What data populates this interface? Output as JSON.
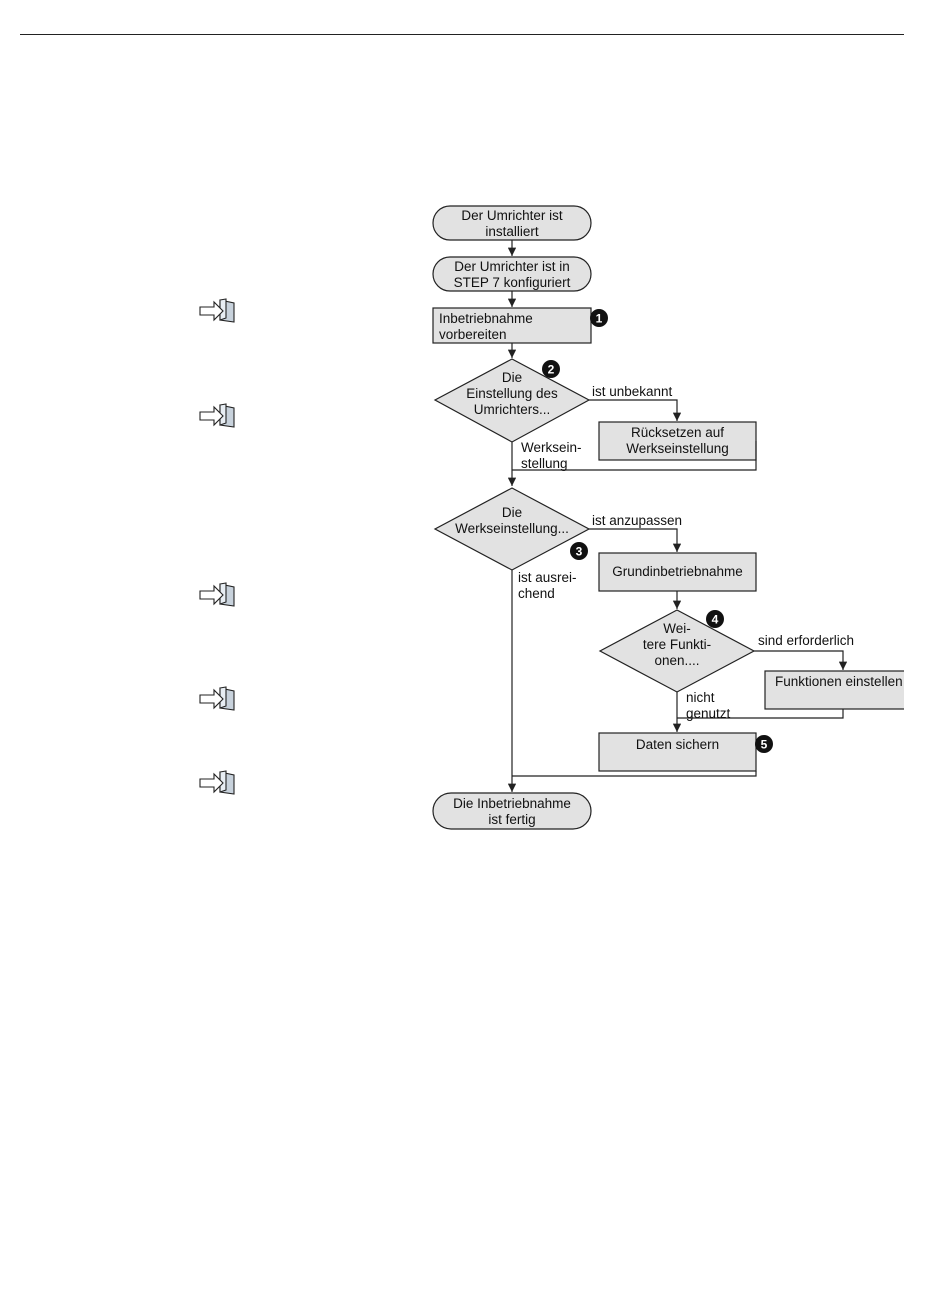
{
  "diagram": {
    "start_terminal": {
      "line1": "Der Umrichter ist",
      "line2": "installiert"
    },
    "configured_terminal": {
      "line1": "Der Umrichter ist in",
      "line2": "STEP 7 konfiguriert"
    },
    "prepare_step": {
      "line1": "Inbetriebnahme",
      "line2": "vorbereiten",
      "badge": "1"
    },
    "decision_setting": {
      "line1": "Die",
      "line2": "Einstellung des",
      "line3": "Umrichters...",
      "badge": "2"
    },
    "branch_unknown": "ist unbekannt",
    "branch_factory": {
      "line1": "Werksein-",
      "line2": "stellung"
    },
    "reset_step": {
      "line1": "Rücksetzen auf",
      "line2": "Werkseinstellung"
    },
    "decision_factory": {
      "line1": "Die",
      "line2": "Werkseinstellung...",
      "badge": "3"
    },
    "branch_adjust": "ist anzupassen",
    "branch_sufficient": {
      "line1": "ist ausrei-",
      "line2": "chend"
    },
    "basic_commissioning": "Grundinbetriebnahme",
    "decision_functions": {
      "line1": "Wei-",
      "line2": "tere Funkti-",
      "line3": "onen....",
      "badge": "4"
    },
    "branch_required": "sind erforderlich",
    "branch_not_used": {
      "line1": "nicht",
      "line2": "genutzt"
    },
    "set_functions": "Funktionen einstellen",
    "save_data": {
      "label": "Daten sichern",
      "badge": "5"
    },
    "end_terminal": {
      "line1": "Die Inbetriebnahme",
      "line2": "ist fertig"
    }
  },
  "reference_icons": [
    "book-arrow-icon",
    "book-arrow-icon",
    "book-arrow-icon",
    "book-arrow-icon",
    "book-arrow-icon"
  ],
  "colors": {
    "box_fill": "#e2e2e2",
    "stroke": "#222222",
    "badge_fill": "#111111",
    "badge_text": "#ffffff"
  }
}
